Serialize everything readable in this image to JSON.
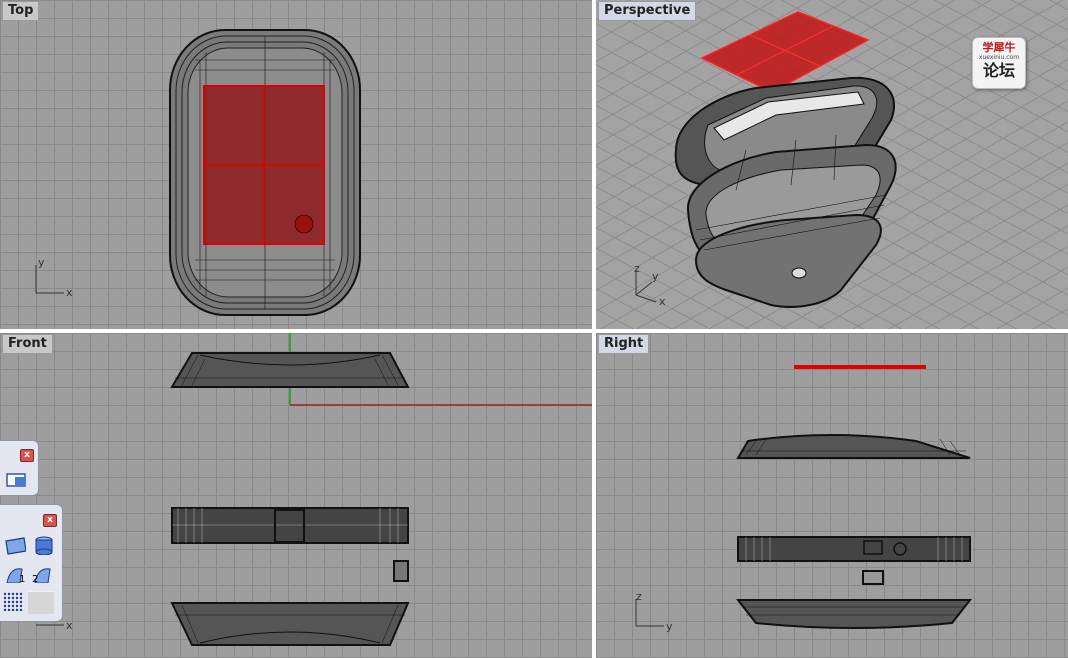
{
  "viewports": {
    "top": {
      "label": "Top"
    },
    "perspective": {
      "label": "Perspective"
    },
    "front": {
      "label": "Front"
    },
    "right": {
      "label": "Right"
    }
  },
  "axes": {
    "top": {
      "x": "x",
      "y": "y"
    },
    "perspective": {
      "x": "x",
      "y": "y",
      "z": "z"
    },
    "front": {
      "x": "x"
    },
    "right": {
      "y": "y",
      "z": "z"
    }
  },
  "watermark": {
    "title": "学犀牛",
    "site": "xuexiniu.com",
    "sub": "论坛"
  },
  "toolbars": {
    "small_close": "x",
    "large_close": "x",
    "label_one": "1",
    "label_two": "2"
  },
  "colors": {
    "selection": "#cc0000",
    "grid": "#8a8a8a",
    "background": "#9e9e9e",
    "wire": "#111111"
  }
}
